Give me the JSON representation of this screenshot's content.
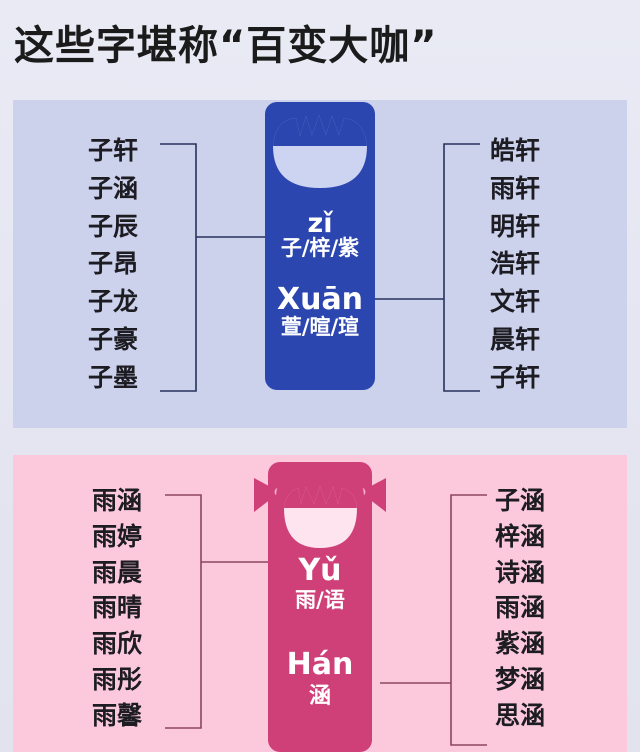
{
  "header": {
    "title": "这些字堪称“百变大咖”"
  },
  "colors": {
    "page_bg": "#e6e7f2",
    "blue_panel_bg": "#ccd1ec",
    "pink_panel_bg": "#fcc9dc",
    "blue_card": "#2c46b0",
    "pink_card": "#cf3f78",
    "bracket_blue": "#26335c",
    "bracket_pink": "#8c4560",
    "text_dark": "#1c1c22",
    "card_text": "#ffffff",
    "face_blue": "#ccd4f2",
    "face_pink": "#fde4ee"
  },
  "sections": [
    {
      "id": "boy",
      "icon": "boy-head-icon",
      "left_names": [
        "子轩",
        "子涵",
        "子辰",
        "子昂",
        "子龙",
        "子豪",
        "子墨"
      ],
      "right_names": [
        "皓轩",
        "雨轩",
        "明轩",
        "浩轩",
        "文轩",
        "晨轩",
        "子轩"
      ],
      "card": {
        "pinyin_top": "zǐ",
        "hanzi_top": "子/梓/紫",
        "pinyin_bottom": "Xuān",
        "hanzi_bottom": "萱/暄/瑄"
      }
    },
    {
      "id": "girl",
      "icon": "girl-head-icon",
      "left_names": [
        "雨涵",
        "雨婷",
        "雨晨",
        "雨晴",
        "雨欣",
        "雨彤",
        "雨馨"
      ],
      "right_names": [
        "子涵",
        "梓涵",
        "诗涵",
        "雨涵",
        "紫涵",
        "梦涵",
        "思涵"
      ],
      "card": {
        "pinyin_top": "Yǔ",
        "hanzi_top": "雨/语",
        "pinyin_bottom": "Hán",
        "hanzi_bottom": "涵"
      }
    }
  ]
}
